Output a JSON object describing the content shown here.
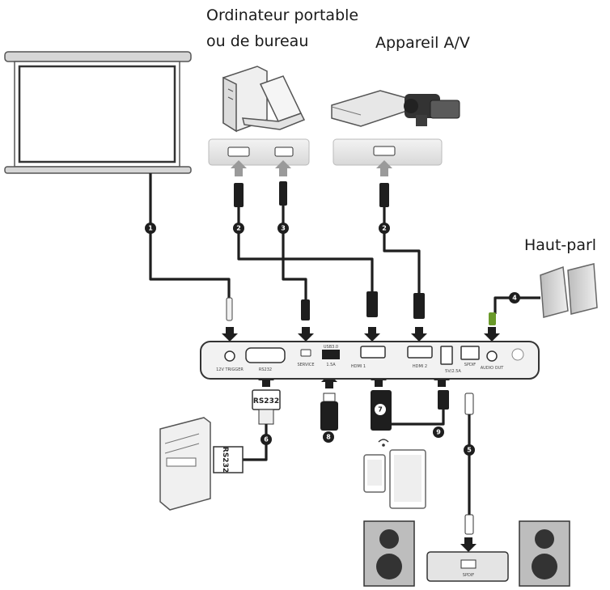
{
  "labels": {
    "computer_line1": "Ordinateur portable",
    "computer_line2": "ou de bureau",
    "av_device": "Appareil A/V",
    "speakers": "Haut-parl"
  },
  "badges": [
    "1",
    "2",
    "3",
    "2",
    "4",
    "5",
    "6",
    "7",
    "8",
    "9"
  ],
  "port_labels": {
    "trigger": "12V TRIGGER",
    "rs232": "RS232",
    "service": "SERVICE",
    "usb": "USB3.0",
    "usb_power": "1.5A",
    "hdmi1": "HDMI 1",
    "hdmi2": "HDMI 2",
    "usb_a": "5V/2.5A",
    "spdif": "SPDIF",
    "audio_out": "AUDIO OUT",
    "rs232_plug": "RS232",
    "rs232_pc": "RS232",
    "spdif_receiver": "SPDIF"
  },
  "colors": {
    "line": "#1e1e1e",
    "grey_arrow": "#9a9a9a",
    "device_fill": "#e9e9e9",
    "audio_plug": "#6a9a2a"
  }
}
